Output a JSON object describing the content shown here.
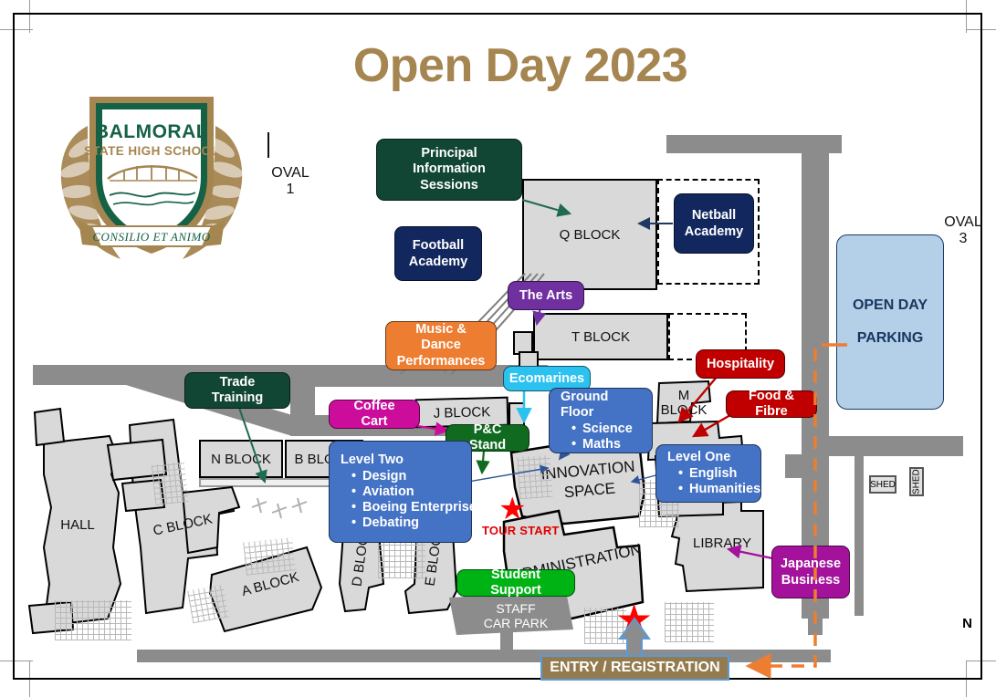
{
  "title": "Open Day 2023",
  "crest": {
    "name_line1": "BALMORAL",
    "name_line2": "STATE HIGH SCHOOL",
    "motto": "CONSILIO ET ANIMO"
  },
  "ovals": [
    {
      "name": "OVAL",
      "number": "1"
    },
    {
      "name": "OVAL",
      "number": "3"
    }
  ],
  "compass": "N",
  "buildings": [
    {
      "label": "Q BLOCK"
    },
    {
      "label": "T BLOCK"
    },
    {
      "label": "J BLOCK"
    },
    {
      "label": "N BLOCK"
    },
    {
      "label": "B BLOCK"
    },
    {
      "label": "C BLOCK"
    },
    {
      "label": "A BLOCK"
    },
    {
      "label": "D BLOCK"
    },
    {
      "label": "E BLOCK"
    },
    {
      "label": "M BLOCK"
    },
    {
      "label": "HALL"
    },
    {
      "label": "LIBRARY"
    },
    {
      "label": "INNOVATION SPACE"
    },
    {
      "label": "ADMINISTRATION"
    },
    {
      "label": "STAFF CAR PARK"
    },
    {
      "label": "SHED"
    },
    {
      "label": "SHED"
    }
  ],
  "innovation_space": {
    "line1": "INNOVATION",
    "line2": "SPACE"
  },
  "administration": "ADMINISTRATION",
  "staff_car_park": {
    "line1": "STAFF",
    "line2": "CAR PARK"
  },
  "library": "LIBRARY",
  "hall": "HALL",
  "m_block": {
    "line1": "M",
    "line2": "BLOCK"
  },
  "shed_label": "SHED",
  "parking": {
    "line1": "OPEN DAY",
    "line2": "PARKING",
    "color": "#b4cfe8",
    "text_color": "#17375e"
  },
  "callouts": [
    {
      "id": "principal",
      "label": "Principal Information Sessions",
      "line1": "Principal Information",
      "line2": "Sessions",
      "color": "#114635"
    },
    {
      "id": "football",
      "label": "Football Academy",
      "line1": "Football",
      "line2": "Academy",
      "color": "#12275e"
    },
    {
      "id": "netball",
      "label": "Netball Academy",
      "line1": "Netball",
      "line2": "Academy",
      "color": "#12275e"
    },
    {
      "id": "the-arts",
      "label": "The Arts",
      "line1": "The Arts",
      "color": "#7030a0"
    },
    {
      "id": "music-dance",
      "label": "Music & Dance Performances",
      "line1": "Music & Dance",
      "line2": "Performances",
      "color": "#ed7d31"
    },
    {
      "id": "ecomarines",
      "label": "Ecomarines",
      "line1": "Ecomarines",
      "color": "#2cc2f0"
    },
    {
      "id": "trade-training",
      "label": "Trade Training",
      "line1": "Trade Training",
      "color": "#114635"
    },
    {
      "id": "coffee-cart",
      "label": "Coffee Cart",
      "line1": "Coffee Cart",
      "color": "#cc0d9b"
    },
    {
      "id": "pc-stand",
      "label": "P&C Stand",
      "line1": "P&C Stand",
      "color": "#106b20"
    },
    {
      "id": "hospitality",
      "label": "Hospitality",
      "line1": "Hospitality",
      "color": "#c00000"
    },
    {
      "id": "food-fibre",
      "label": "Food & Fibre",
      "line1": "Food & Fibre",
      "color": "#c00000"
    },
    {
      "id": "student-support",
      "label": "Student Support",
      "line1": "Student Support",
      "color": "#00b315"
    },
    {
      "id": "japanese-business",
      "label": "Japanese Business",
      "line1": "Japanese",
      "line2": "Business",
      "color": "#a4129b"
    }
  ],
  "ground_floor": {
    "heading": "Ground Floor",
    "items": [
      "Science",
      "Maths"
    ],
    "color": "#4472c4"
  },
  "level_two": {
    "heading": "Level Two",
    "items": [
      "Design",
      "Aviation",
      "Boeing Enterprise",
      "Debating"
    ],
    "color": "#4472c4"
  },
  "level_one": {
    "heading": "Level One",
    "items": [
      "English",
      "Humanities"
    ],
    "color": "#4472c4"
  },
  "tour_start": "TOUR START",
  "entry": "ENTRY / REGISTRATION",
  "colors": {
    "title": "#a58550",
    "road": "#8c8c8c",
    "building": "#d9d9d9",
    "route": "#ed7d31",
    "star": "#ff0000",
    "entry_bg": "#937b4f",
    "entry_border": "#5b9bd5"
  }
}
